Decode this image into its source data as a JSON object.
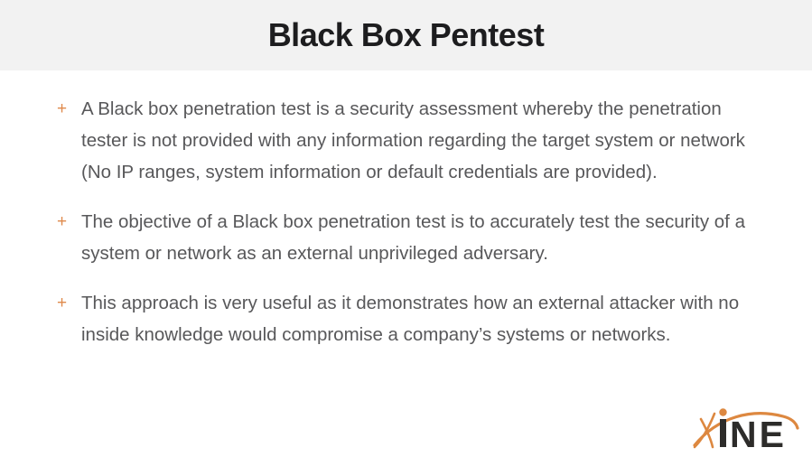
{
  "slide": {
    "header": {
      "title": "Black Box Pentest"
    },
    "bullets": {
      "marker": "+",
      "items": [
        {
          "text": "A Black box penetration test is a security assessment whereby the penetration tester is not provided with any information regarding the target system or network (No IP ranges, system information or default credentials are provided)."
        },
        {
          "text": "The objective of a Black box penetration test is to accurately test the security of a system or network as an external unprivileged adversary."
        },
        {
          "text": "This approach is very useful as it demonstrates how an external attacker with no inside knowledge would compromise a company’s systems or networks."
        }
      ]
    },
    "logo": {
      "brand": "INE",
      "letters": "NE"
    },
    "colors": {
      "header_bg": "#f2f2f2",
      "title_text": "#1d1d1f",
      "body_text": "#58585a",
      "accent_orange": "#df8a4c",
      "logo_orange": "#dd8840",
      "logo_dark": "#2d2c2a"
    }
  }
}
